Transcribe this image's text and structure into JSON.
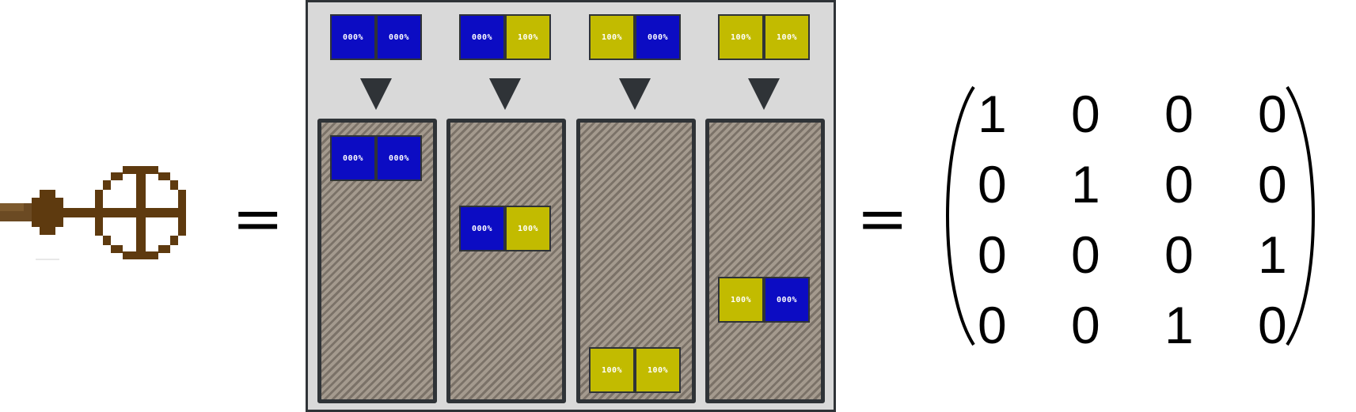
{
  "gate": {
    "icon": "cnot-gate-icon",
    "color": "#5e3a0f"
  },
  "equals_1": "=",
  "equals_2": "=",
  "panel": {
    "columns": [
      {
        "input": [
          {
            "label": "000%",
            "color": "blue"
          },
          {
            "label": "000%",
            "color": "blue"
          }
        ],
        "output": [
          {
            "label": "000%",
            "color": "blue"
          },
          {
            "label": "000%",
            "color": "blue"
          }
        ]
      },
      {
        "input": [
          {
            "label": "000%",
            "color": "blue"
          },
          {
            "label": "100%",
            "color": "yellow"
          }
        ],
        "output": [
          {
            "label": "000%",
            "color": "blue"
          },
          {
            "label": "100%",
            "color": "yellow"
          }
        ]
      },
      {
        "input": [
          {
            "label": "100%",
            "color": "yellow"
          },
          {
            "label": "000%",
            "color": "blue"
          }
        ],
        "output": [
          {
            "label": "100%",
            "color": "yellow"
          },
          {
            "label": "100%",
            "color": "yellow"
          }
        ]
      },
      {
        "input": [
          {
            "label": "100%",
            "color": "yellow"
          },
          {
            "label": "100%",
            "color": "yellow"
          }
        ],
        "output": [
          {
            "label": "100%",
            "color": "yellow"
          },
          {
            "label": "000%",
            "color": "blue"
          }
        ]
      }
    ],
    "colors": {
      "blue": "#0c0cc3",
      "yellow": "#c2bb00",
      "frame": "#2f3337",
      "background": "#d9d9d9"
    }
  },
  "matrix": {
    "rows": [
      [
        "1",
        "0",
        "0",
        "0"
      ],
      [
        "0",
        "1",
        "0",
        "0"
      ],
      [
        "0",
        "0",
        "0",
        "1"
      ],
      [
        "0",
        "0",
        "1",
        "0"
      ]
    ]
  }
}
